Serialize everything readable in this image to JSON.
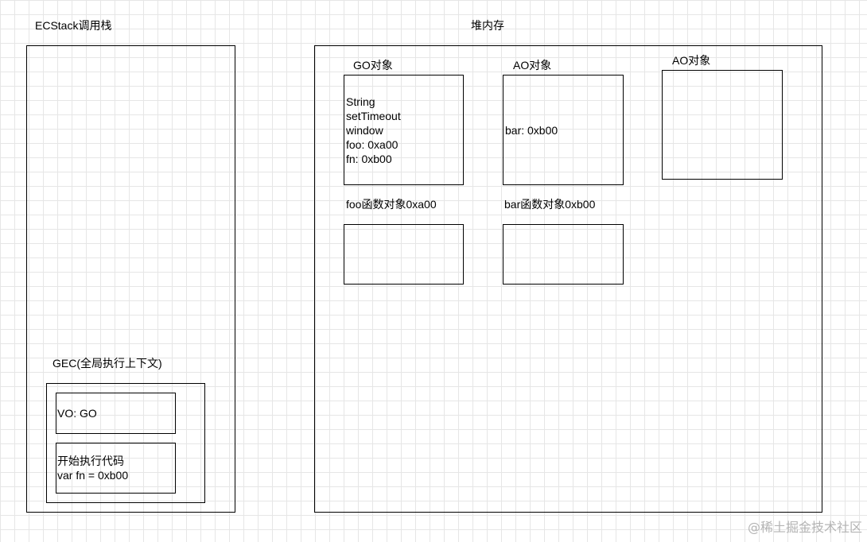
{
  "ecstack": {
    "title": "ECStack调用栈",
    "gec_label": "GEC(全局执行上下文)",
    "vo_text": "VO: GO",
    "code_lines": [
      "开始执行代码",
      "var fn = 0xb00"
    ]
  },
  "heap": {
    "title": "堆内存",
    "go": {
      "label": "GO对象",
      "lines": [
        "String",
        "setTimeout",
        "window",
        "foo: 0xa00",
        "fn: 0xb00"
      ]
    },
    "ao1": {
      "label": "AO对象",
      "lines": [
        "bar: 0xb00"
      ]
    },
    "ao2": {
      "label": "AO对象"
    },
    "foo_fn": {
      "label": "foo函数对象0xa00"
    },
    "bar_fn": {
      "label": "bar函数对象0xb00"
    }
  },
  "watermark": "@稀土掘金技术社区"
}
